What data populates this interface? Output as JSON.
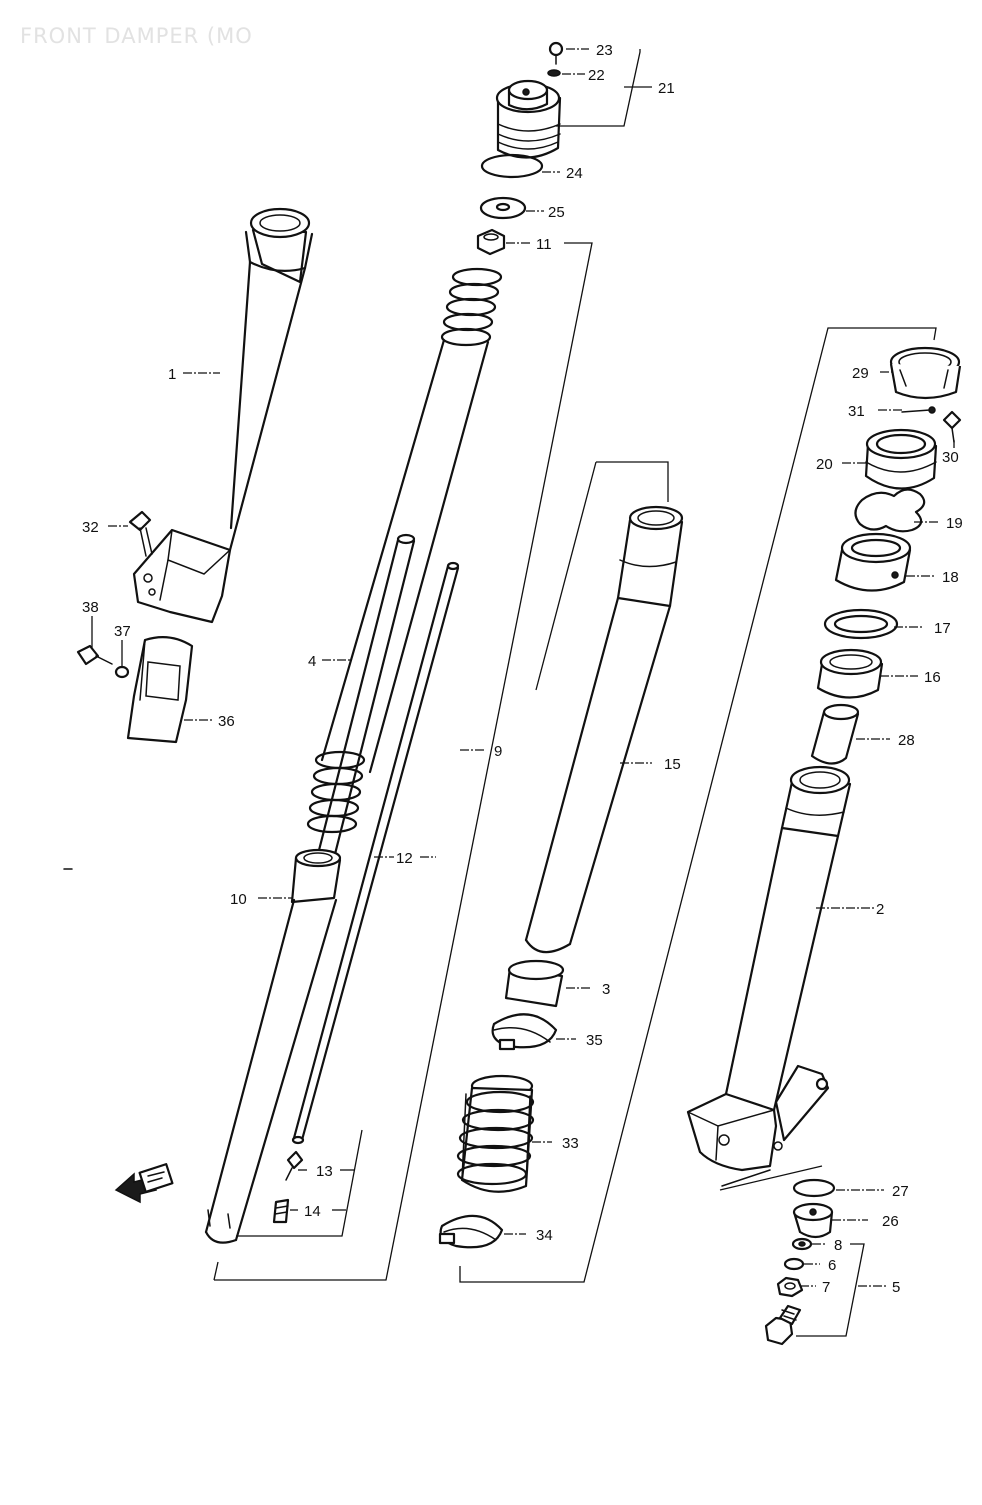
{
  "title": "FRONT DAMPER (MO",
  "callouts": [
    "1",
    "2",
    "3",
    "4",
    "5",
    "6",
    "7",
    "8",
    "9",
    "10",
    "11",
    "12",
    "13",
    "14",
    "15",
    "16",
    "17",
    "18",
    "19",
    "20",
    "21",
    "22",
    "23",
    "24",
    "25",
    "26",
    "27",
    "28",
    "29",
    "30",
    "31",
    "32",
    "33",
    "34",
    "35",
    "36",
    "37",
    "38"
  ],
  "direction_marker": {
    "icon": "front-direction-arrow-icon"
  },
  "colors": {
    "ink": "#111111",
    "paper": "#ffffff",
    "title": "#e2e2e2"
  }
}
